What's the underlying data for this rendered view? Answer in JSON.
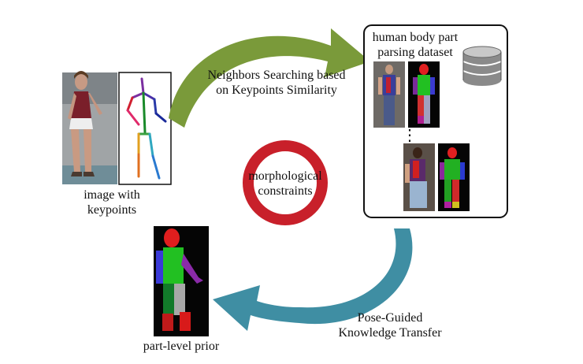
{
  "labels": {
    "input_caption_line1": "image with",
    "input_caption_line2": "keypoints",
    "search_line1": "Neighbors Searching based",
    "search_line2": "on Keypoints Similarity",
    "dataset_line1": "human body part",
    "dataset_line2": "parsing dataset",
    "center_line1": "morphological",
    "center_line2": "constraints",
    "transfer_line1": "Pose-Guided",
    "transfer_line2": "Knowledge Transfer",
    "prior_caption": "part-level prior",
    "ellipsis": "⋮"
  },
  "colors": {
    "top_arrow": "#7a9a3a",
    "bottom_arrow": "#3f8ea3",
    "ring": "#c8202a",
    "database": "#8a8a8a"
  },
  "icons": [
    "database-icon",
    "skeleton-icon"
  ]
}
